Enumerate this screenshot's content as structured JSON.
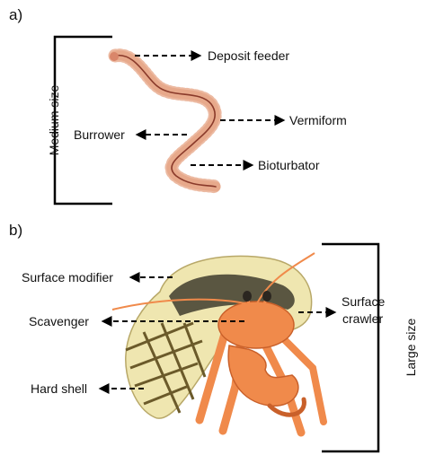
{
  "panel_a": {
    "letter": "a)",
    "size_label": "Medium size",
    "traits": {
      "deposit_feeder": "Deposit feeder",
      "vermiform": "Vermiform",
      "burrower": "Burrower",
      "bioturbator": "Bioturbator"
    }
  },
  "panel_b": {
    "letter": "b)",
    "size_label": "Large size",
    "traits": {
      "surface_modifier": "Surface modifier",
      "scavenger": "Scavenger",
      "hard_shell": "Hard shell",
      "surface_crawler_1": "Surface",
      "surface_crawler_2": "crawler"
    }
  },
  "colors": {
    "worm_body": "#e7a98b",
    "worm_stripe": "#8a3a2a",
    "shell": "#efe6b0",
    "shell_dark": "#6b5a2a",
    "crab": "#f08a4b",
    "crab_dark": "#c9602a"
  },
  "icons": [
    "worm-illustration",
    "hermit-crab-illustration",
    "dashed-arrow-icon"
  ]
}
